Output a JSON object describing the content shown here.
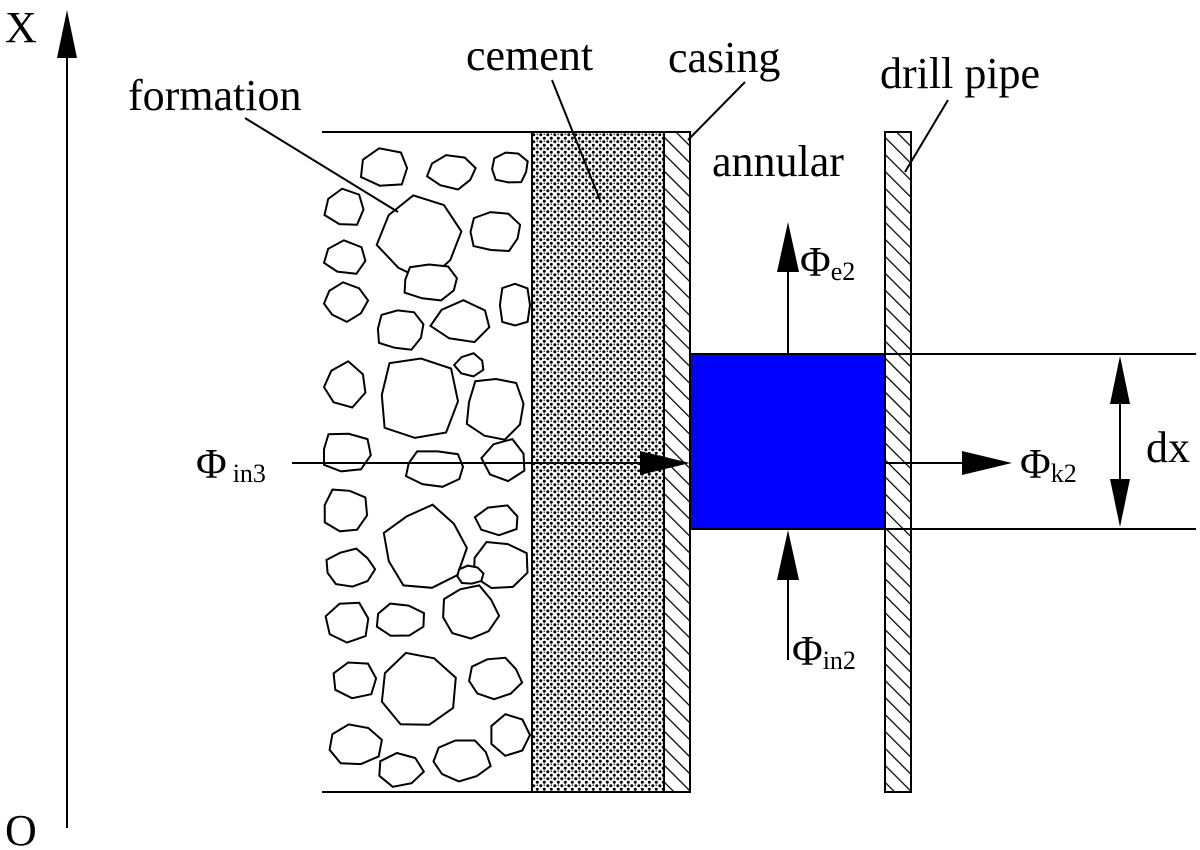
{
  "axis": {
    "top_label": "X",
    "bottom_label": "O"
  },
  "labels": {
    "formation": "formation",
    "cement": "cement",
    "casing": "casing",
    "drill_pipe": "drill pipe",
    "annular": "annular",
    "dx": "dx"
  },
  "fluxes": {
    "in3": {
      "symbol": "Φ",
      "sub": "in3"
    },
    "e2": {
      "symbol": "Φ",
      "sub": "e2"
    },
    "k2": {
      "symbol": "Φ",
      "sub": "k2"
    },
    "in2": {
      "symbol": "Φ",
      "sub": "in2"
    }
  },
  "colors": {
    "element_fill": "#0000ff",
    "line": "#000000"
  }
}
